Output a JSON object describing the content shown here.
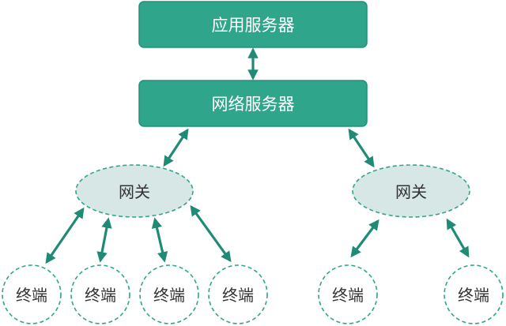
{
  "diagram": {
    "app_server": {
      "label": "应用服务器"
    },
    "network_server": {
      "label": "网络服务器"
    },
    "gateways": [
      {
        "label": "网关"
      },
      {
        "label": "网关"
      }
    ],
    "terminals": [
      {
        "label": "终端"
      },
      {
        "label": "终端"
      },
      {
        "label": "终端"
      },
      {
        "label": "终端"
      },
      {
        "label": "终端"
      },
      {
        "label": "终端"
      }
    ],
    "colors": {
      "server_fill": "#2fa58c",
      "server_stroke": "#24907a",
      "gateway_fill": "#d6e7e5",
      "dashed_stroke": "#2fa58c",
      "arrow": "#1f8b75"
    }
  }
}
